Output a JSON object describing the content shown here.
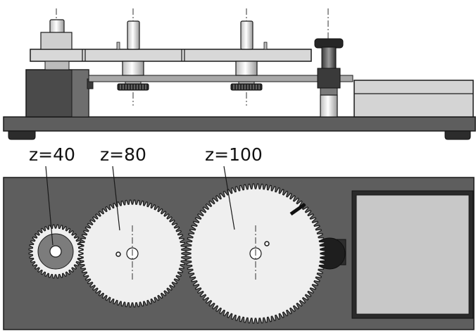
{
  "gears": [
    {
      "id": "gear-z40",
      "label": "z=40",
      "teeth": 40
    },
    {
      "id": "gear-z80",
      "label": "z=80",
      "teeth": 80
    },
    {
      "id": "gear-z100",
      "label": "z=100",
      "teeth": 100
    }
  ],
  "colors": {
    "base": "#5e5e5e",
    "outline": "#1a1a1a",
    "gear_fill": "#efefef",
    "bar_light": "#d8d8d8",
    "bar_mid": "#a8a8a8",
    "motor_dark": "#4a4a4a",
    "display": "#c8c8c8"
  }
}
